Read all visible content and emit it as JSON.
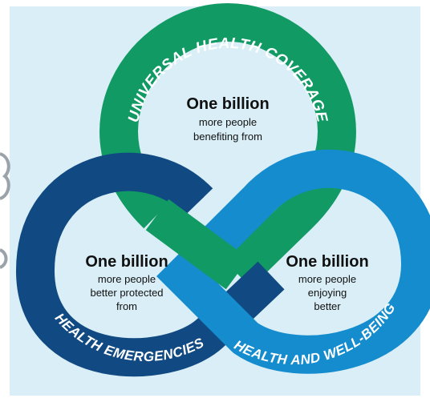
{
  "colors": {
    "background": "#d9eef6",
    "uhc_green": "#119a64",
    "emergencies_navy": "#114a82",
    "wellbeing_blue": "#148ccd",
    "text_dark": "#111111",
    "ring_text": "#ffffff"
  },
  "rings": {
    "uhc": {
      "label": "UNIVERSAL HEALTH COVERAGE"
    },
    "emergencies": {
      "label": "HEALTH EMERGENCIES"
    },
    "wellbeing": {
      "label": "HEALTH AND WELL-BEING"
    }
  },
  "goals": {
    "uhc": {
      "heading": "One billion",
      "line1": "more people",
      "line2": "benefiting from",
      "line3": ""
    },
    "emergencies": {
      "heading": "One billion",
      "line1": "more people",
      "line2": "better protected",
      "line3": "from"
    },
    "wellbeing": {
      "heading": "One billion",
      "line1": "more people",
      "line2": "enjoying",
      "line3": "better"
    }
  }
}
